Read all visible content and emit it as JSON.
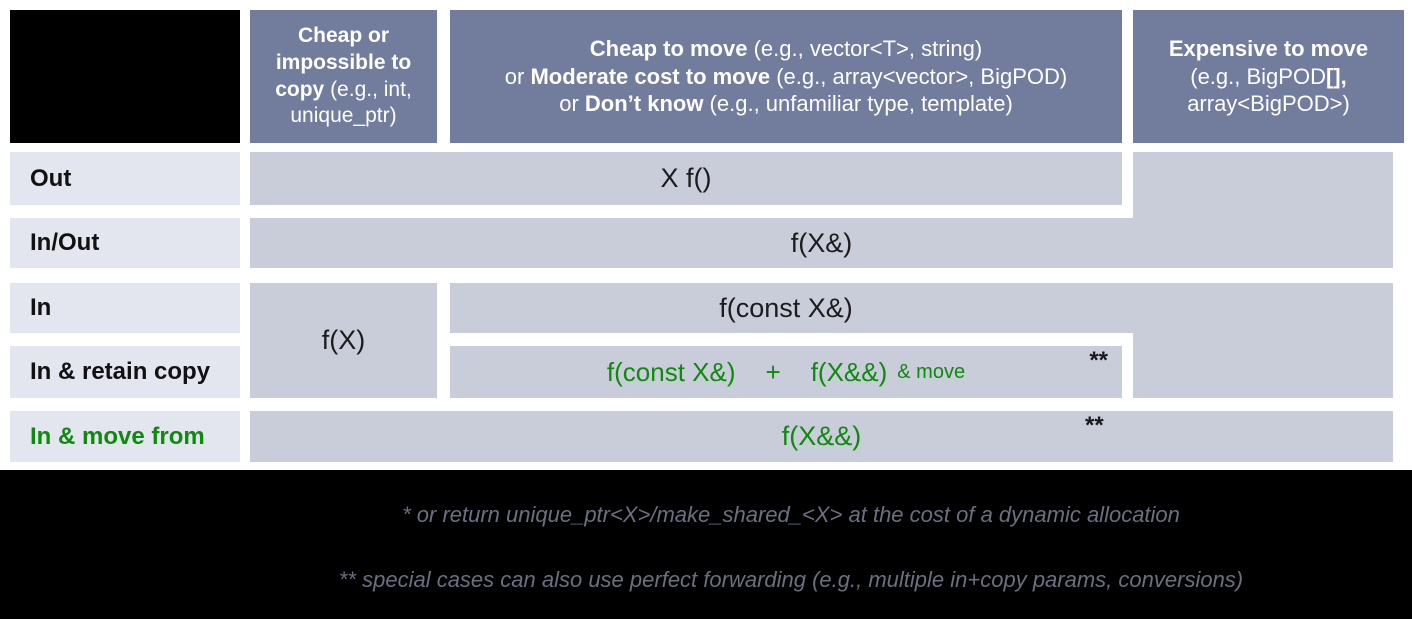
{
  "colors": {
    "header_bg": "#727c9c",
    "label_bg": "#e3e6ee",
    "cell_bg": "#c9ccd9",
    "green": "#0e8b0e",
    "footnote_text": "#6a7080",
    "footer_bg": "#000000"
  },
  "header": {
    "col1": {
      "l1": "Cheap or",
      "l2": "impossible to",
      "l3b": "copy",
      "l3r": " (e.g., int,",
      "l4": "unique_ptr)"
    },
    "col2": {
      "l1b": "Cheap to move",
      "l1r": " (e.g., vector<T>, string)",
      "l2p": "or ",
      "l2b": "Moderate cost to move",
      "l2r": " (e.g., array<vector>, BigPOD)",
      "l3p": "or ",
      "l3b": "Don’t know",
      "l3r": " (e.g., unfamiliar type, template)"
    },
    "col3": {
      "l1": "Expensive to move",
      "l2a": "(e.g., BigPOD",
      "l2b": "[],",
      "l3": "array<BigPOD>)"
    }
  },
  "rows": {
    "out": {
      "label": "Out",
      "cell": "X f()"
    },
    "inout": {
      "label": "In/Out",
      "cell": "f(X&)"
    },
    "in": {
      "label": "In",
      "cell": "f(const X&)"
    },
    "retain": {
      "label": "In & retain copy",
      "a": "f(const X&)",
      "plus": "+",
      "b": "f(X&&)",
      "suffix": "& move",
      "note": "**"
    },
    "movefrom": {
      "label": "In & move from",
      "cell": "f(X&&)",
      "note": "**"
    },
    "copy_cell": "f(X)"
  },
  "footnotes": {
    "first": "* or return unique_ptr<X>/make_shared_<X> at the cost of a dynamic allocation",
    "second": "** special cases can also use perfect forwarding (e.g., multiple in+copy params, conversions)"
  }
}
